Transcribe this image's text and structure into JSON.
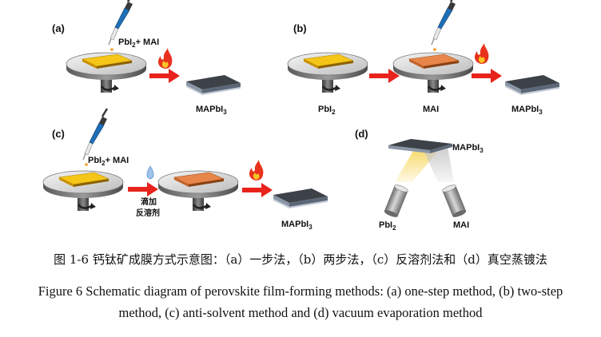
{
  "panels": {
    "a": {
      "tag": "(a)",
      "precursor_main": "PbI",
      "precursor_sub": "2",
      "precursor_rest": "+ MAI",
      "product_main": "MAPbI",
      "product_sub": "3"
    },
    "b": {
      "tag": "(b)",
      "step1_main": "PbI",
      "step1_sub": "2",
      "step2": "MAI",
      "product_main": "MAPbI",
      "product_sub": "3"
    },
    "c": {
      "tag": "(c)",
      "precursor_main": "PbI",
      "precursor_sub": "2",
      "precursor_rest": "+ MAI",
      "antisolvent_line1": "滴加",
      "antisolvent_line2": "反溶剂",
      "product_main": "MAPbI",
      "product_sub": "3"
    },
    "d": {
      "tag": "(d)",
      "substrate_main": "MAPbI",
      "substrate_sub": "3",
      "source1_main": "PbI",
      "source1_sub": "2",
      "source2": "MAI"
    }
  },
  "caption": {
    "chinese": "图 1-6  钙钛矿成膜方式示意图：（a）一步法，（b）两步法，（c）反溶剂法和（d）真空蒸镀法",
    "english_line1": "Figure 6 Schematic diagram of perovskite film-forming methods: (a) one-step method, (b) two-step",
    "english_line2": "method, (c) anti-solvent method and (d) vacuum evaporation method"
  },
  "colors": {
    "arrow": "#e8231c",
    "precursor_film": "#f5c518",
    "mai_film": "#e8864a",
    "perovskite_film": "#3d4148",
    "spin_plate": "#c8c8c8",
    "beam": "#f3d35a"
  }
}
